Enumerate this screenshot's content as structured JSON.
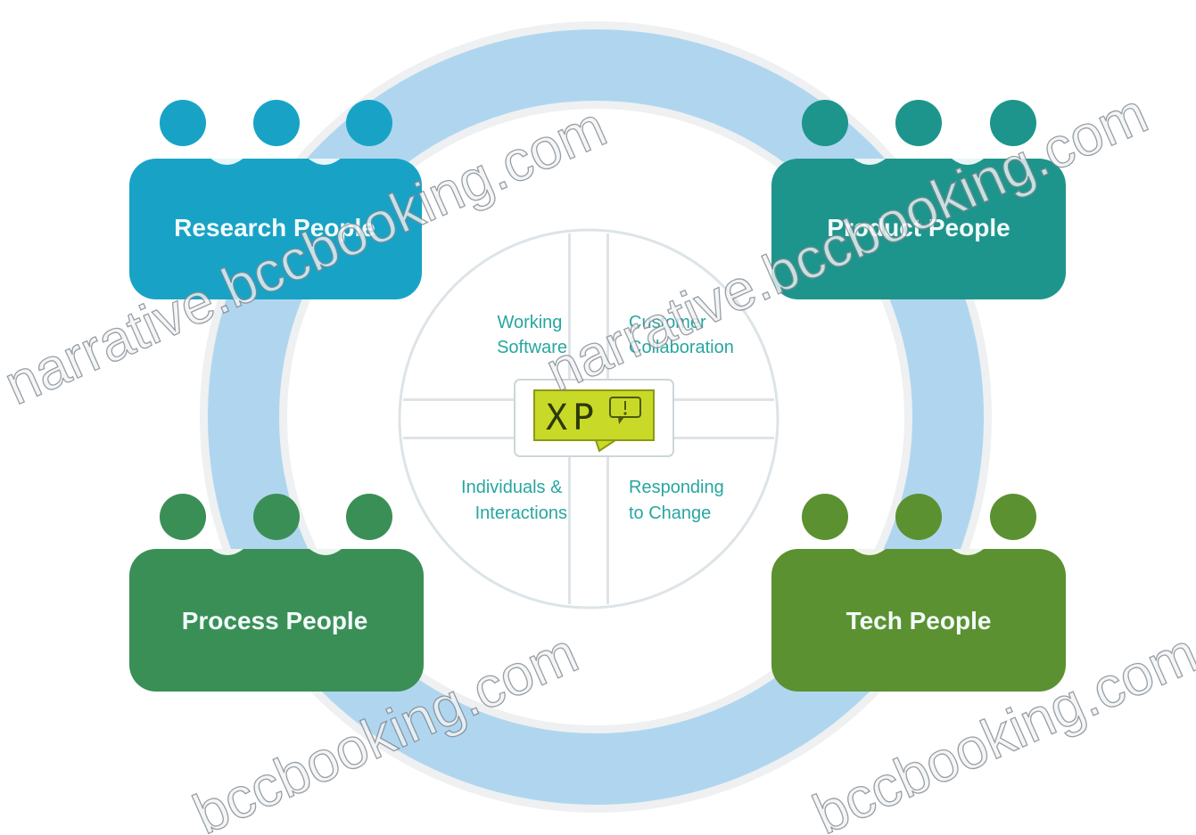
{
  "colors": {
    "ring": "#a9d3ee",
    "research": "#18a3c6",
    "product": "#1e958c",
    "process": "#3a8f56",
    "tech": "#5b9130",
    "xp_badge": "#c9d928",
    "quadrant_text": "#27a6a0"
  },
  "groups": {
    "research": {
      "label": "Research People",
      "people_count": 3
    },
    "product": {
      "label": "Product People",
      "people_count": 3
    },
    "process": {
      "label": "Process People",
      "people_count": 3
    },
    "tech": {
      "label": "Tech People",
      "people_count": 3
    }
  },
  "quadrants": {
    "top_left": {
      "line1": "Working",
      "line2": "Software"
    },
    "top_right": {
      "line1": "Customer",
      "line2": "Collaboration"
    },
    "bottom_left": {
      "line1": "Individuals &",
      "line2": "Interactions"
    },
    "bottom_right": {
      "line1": "Responding",
      "line2": "to Change"
    }
  },
  "center": {
    "label": "XP",
    "icon": "speech-bubble-icon"
  },
  "watermarks": [
    "narrative.bccbooking.com",
    "narrative.bccbooking.com",
    "bccbooking.com",
    "bccbooking.com"
  ]
}
